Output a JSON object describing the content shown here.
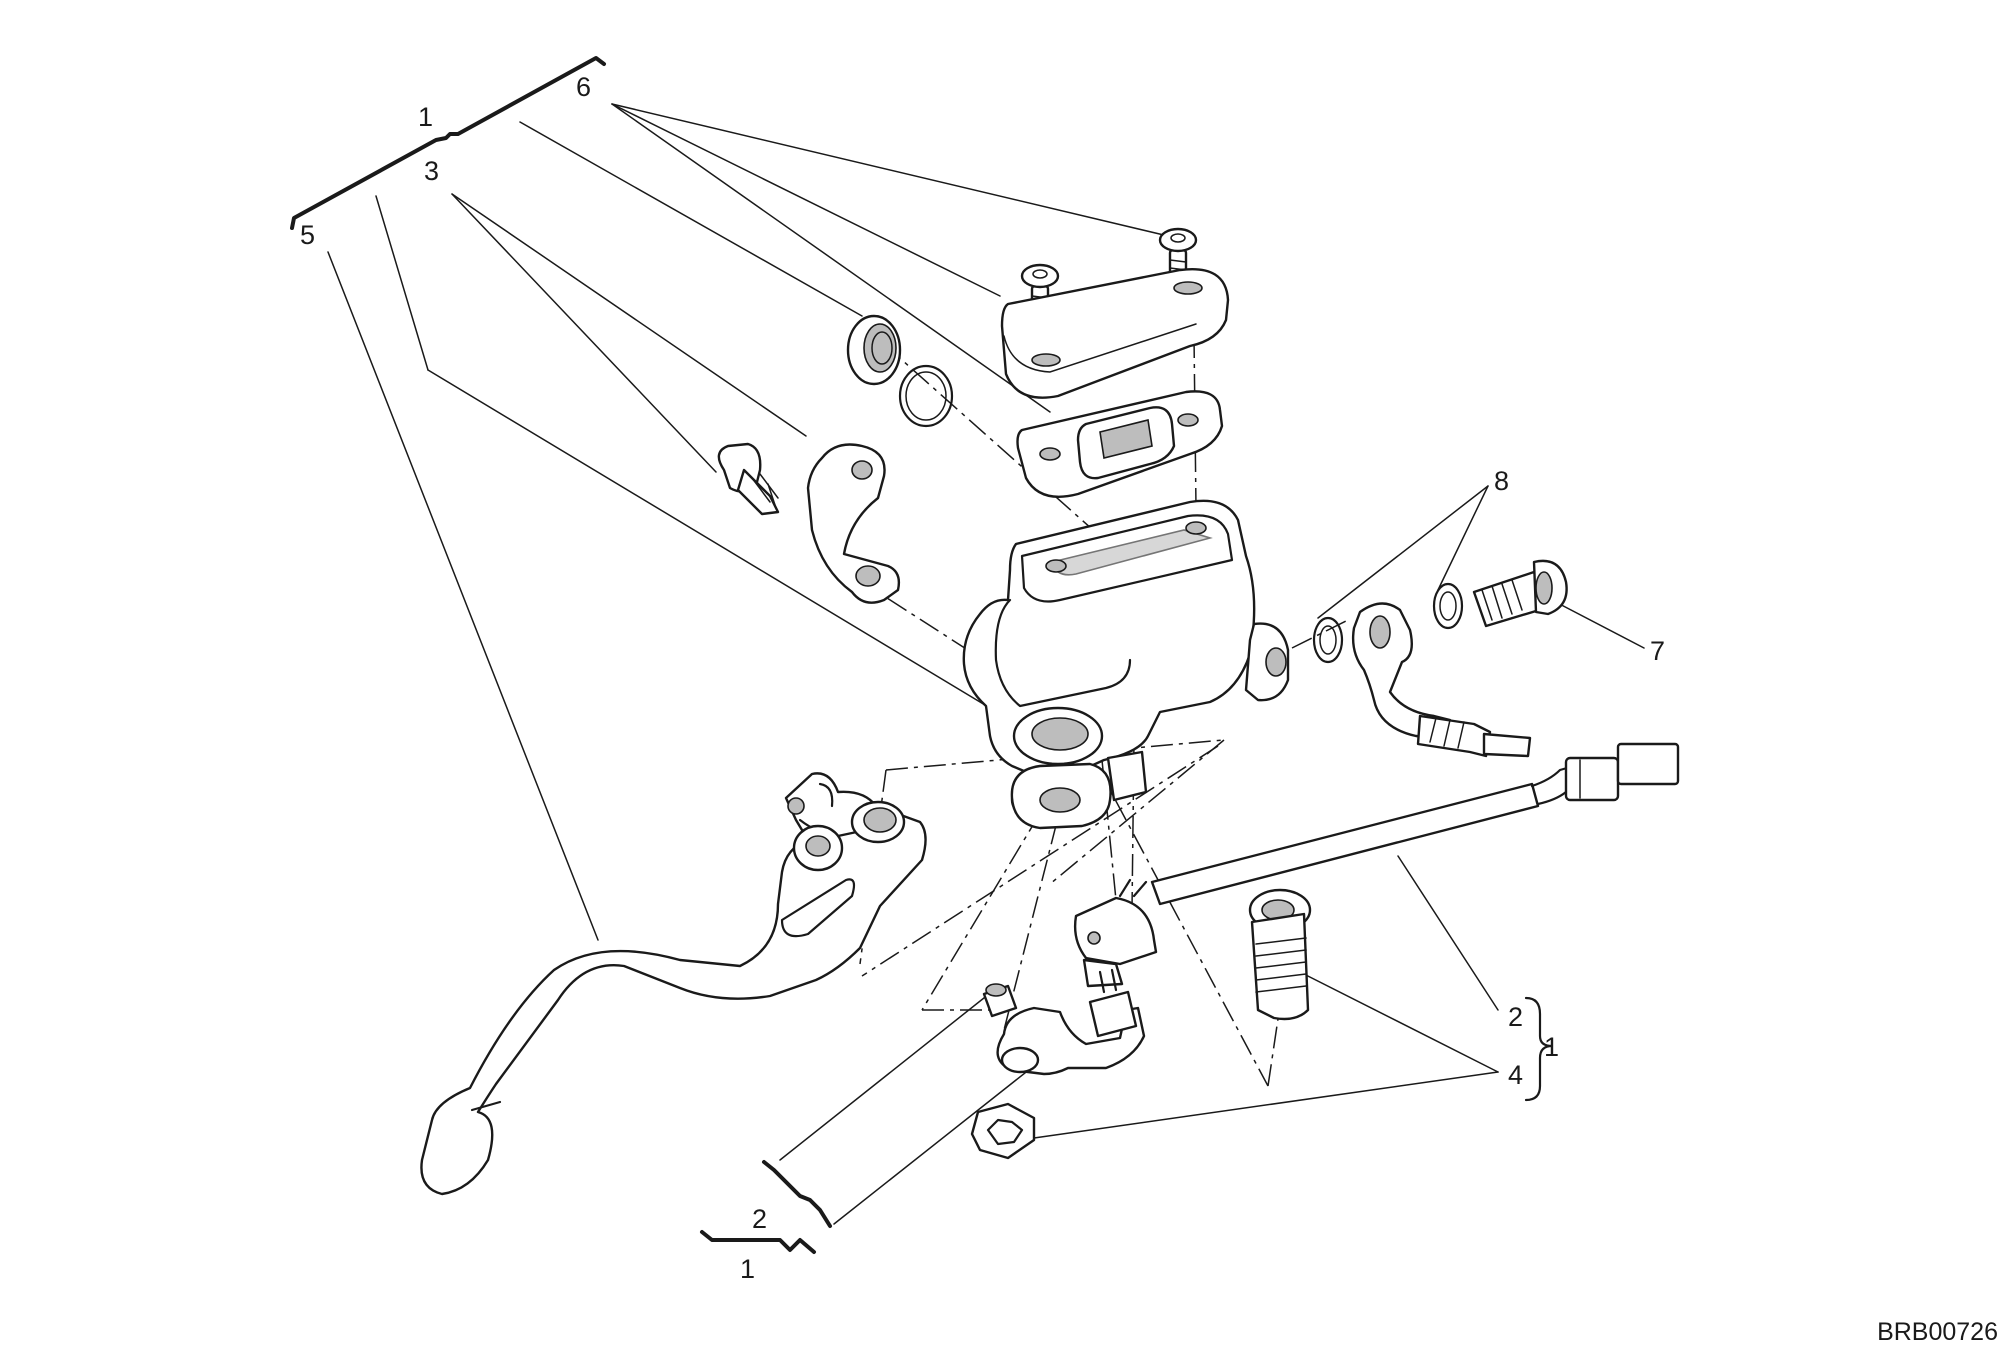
{
  "callouts": {
    "c1_top": "1",
    "c6": "6",
    "c3": "3",
    "c5": "5",
    "c8": "8",
    "c7": "7",
    "c2_right": "2",
    "c1_right": "1",
    "c4": "4",
    "c2_bottom": "2",
    "c1_bottom": "1"
  },
  "drawing_code": "BRB00726"
}
